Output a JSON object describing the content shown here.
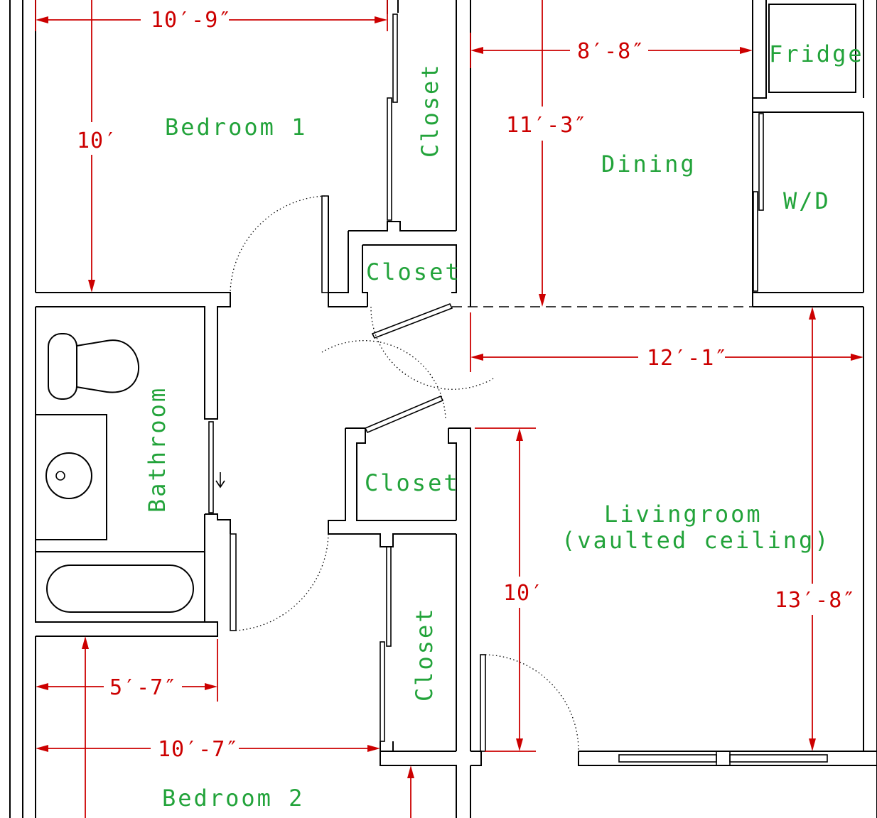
{
  "rooms": {
    "bedroom1": "Bedroom 1",
    "closet_top": "Closet",
    "closet_hall_upper": "Closet",
    "dining": "Dining",
    "fridge": "Fridge",
    "washer_dryer": "W/D",
    "bathroom": "Bathroom",
    "closet_hall_lower": "Closet",
    "livingroom": "Livingroom",
    "livingroom_note": "(vaulted ceiling)",
    "closet_bottom": "Closet",
    "bedroom2": "Bedroom 2"
  },
  "dimensions": {
    "bedroom1_width": "10′-9″",
    "bedroom1_depth": "10′",
    "dining_width": "8′-8″",
    "dining_depth": "11′-3″",
    "living_width": "12′-1″",
    "living_depth_left": "10′",
    "living_depth_right": "13′-8″",
    "bathroom_width": "5′-7″",
    "bedroom2_width": "10′-7″"
  },
  "colors": {
    "walls": "#000000",
    "room_labels": "#22a33a",
    "dimensions": "#cc0000"
  }
}
